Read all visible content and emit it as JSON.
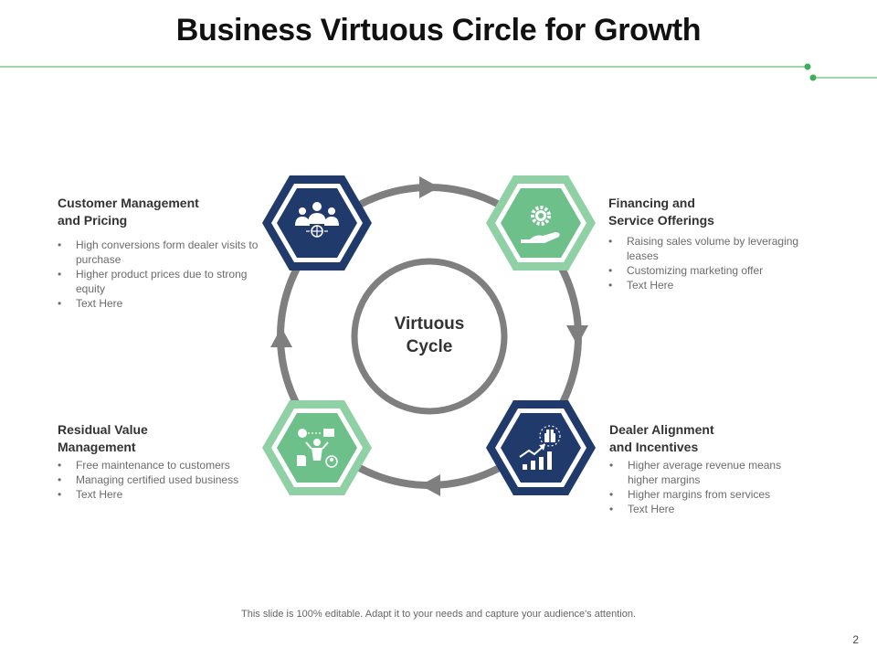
{
  "title": "Business Virtuous Circle for Growth",
  "colors": {
    "navy": "#1f3a6b",
    "green": "#6dc08a",
    "green_light": "#8fd1a4",
    "ring_gray": "#7f7f7f",
    "accent_line": "#3fae5a"
  },
  "center": {
    "line1": "Virtuous",
    "line2": "Cycle"
  },
  "blocks": {
    "top_left": {
      "title_line1": "Customer Management",
      "title_line2": "and Pricing",
      "icon": "team-globe-icon",
      "bullets": [
        "High conversions form dealer visits to purchase",
        "Higher product prices due to strong equity",
        "Text Here"
      ]
    },
    "top_right": {
      "title_line1": "Financing and",
      "title_line2": "Service Offerings",
      "icon": "hand-gear-icon",
      "bullets": [
        "Raising sales volume by leveraging leases",
        "Customizing marketing offer",
        "Text Here"
      ]
    },
    "bottom_left": {
      "title_line1": "Residual Value",
      "title_line2": "Management",
      "icon": "person-network-icon",
      "bullets": [
        "Free maintenance to customers",
        "Managing certified used business",
        "Text Here"
      ]
    },
    "bottom_right": {
      "title_line1": "Dealer Alignment",
      "title_line2": "and Incentives",
      "icon": "growth-chart-gift-icon",
      "bullets": [
        "Higher average revenue means higher margins",
        "Higher margins from services",
        "Text Here"
      ]
    }
  },
  "footer": "This slide is 100% editable. Adapt it to your needs and capture your audience's attention.",
  "page_number": "2"
}
